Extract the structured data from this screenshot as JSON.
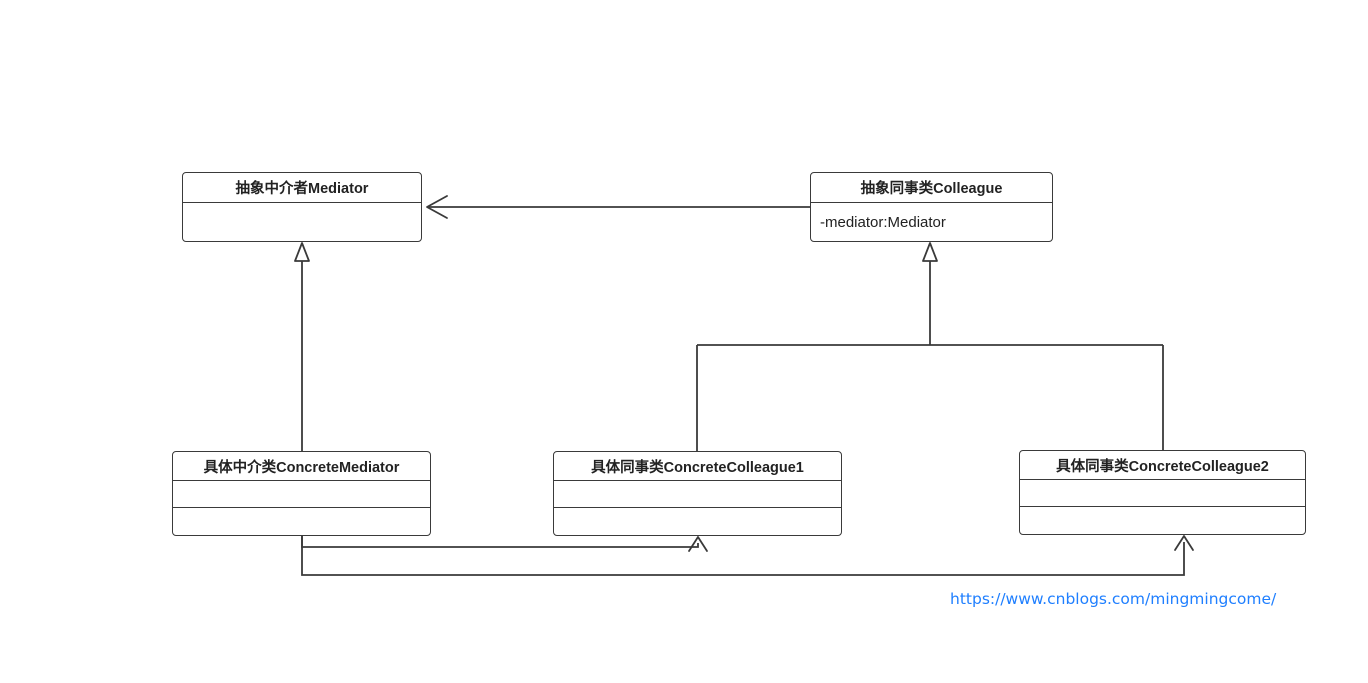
{
  "diagram": {
    "kind": "uml-class-diagram",
    "title": "Mediator Pattern UML Class Diagram",
    "stroke_color": "#3a3a3a",
    "text_color": "#222222",
    "background_color": "#ffffff",
    "link_color": "#1f7fff",
    "classes": [
      {
        "id": "mediator",
        "name": "抽象中介者Mediator",
        "attributes": [
          ""
        ],
        "operations": []
      },
      {
        "id": "colleague",
        "name": "抽象同事类Colleague",
        "attributes": [
          "-mediator:Mediator"
        ],
        "operations": []
      },
      {
        "id": "concrete_mediator",
        "name": "具体中介类ConcreteMediator",
        "attributes": [
          ""
        ],
        "operations": [
          ""
        ]
      },
      {
        "id": "concrete_colleague1",
        "name": "具体同事类ConcreteColleague1",
        "attributes": [
          ""
        ],
        "operations": [
          ""
        ]
      },
      {
        "id": "concrete_colleague2",
        "name": "具体同事类ConcreteColleague2",
        "attributes": [
          ""
        ],
        "operations": [
          ""
        ]
      }
    ],
    "relationships": [
      {
        "id": "colleague-to-mediator",
        "type": "association",
        "arrow": "open-arrow",
        "from": "抽象同事类Colleague",
        "to": "抽象中介者Mediator",
        "label": ""
      },
      {
        "id": "concrete-mediator-inherits-mediator",
        "type": "generalization",
        "arrow": "hollow-triangle",
        "from": "具体中介类ConcreteMediator",
        "to": "抽象中介者Mediator",
        "label": ""
      },
      {
        "id": "concrete-colleague1-inherits-colleague",
        "type": "generalization",
        "arrow": "hollow-triangle",
        "from": "具体同事类ConcreteColleague1",
        "to": "抽象同事类Colleague",
        "label": ""
      },
      {
        "id": "concrete-colleague2-inherits-colleague",
        "type": "generalization",
        "arrow": "hollow-triangle",
        "from": "具体同事类ConcreteColleague2",
        "to": "抽象同事类Colleague",
        "label": ""
      },
      {
        "id": "concrete-mediator-to-colleague1",
        "type": "association",
        "arrow": "open-arrow",
        "from": "具体中介类ConcreteMediator",
        "to": "具体同事类ConcreteColleague1",
        "label": ""
      },
      {
        "id": "concrete-mediator-to-colleague2",
        "type": "association",
        "arrow": "open-arrow",
        "from": "具体中介类ConcreteMediator",
        "to": "具体同事类ConcreteColleague2",
        "label": ""
      }
    ]
  },
  "watermark": {
    "url_text": "https://www.cnblogs.com/mingmingcome/"
  }
}
